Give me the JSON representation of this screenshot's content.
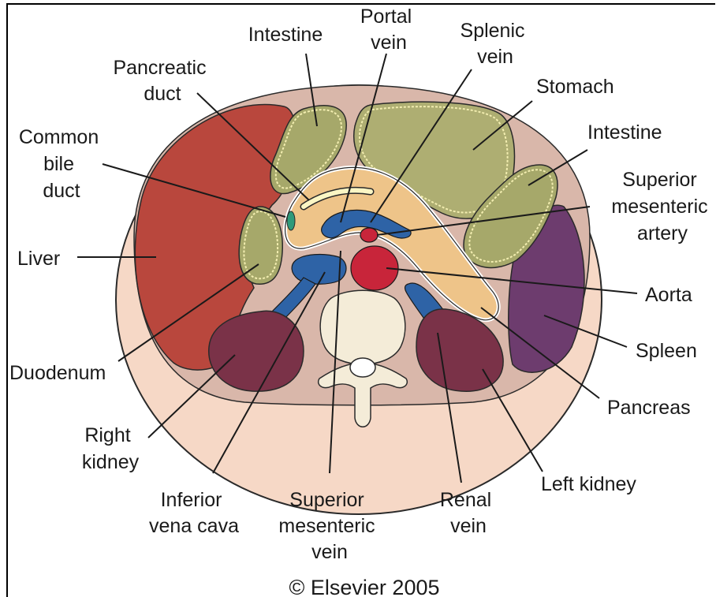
{
  "labels": {
    "portal_vein": [
      "Portal",
      "vein"
    ],
    "intestine_top": "Intestine",
    "splenic_vein": [
      "Splenic",
      "vein"
    ],
    "pancreatic_duct": [
      "Pancreatic",
      "duct"
    ],
    "stomach": "Stomach",
    "common_bile_duct": [
      "Common",
      "bile",
      "duct"
    ],
    "intestine_right": "Intestine",
    "superior_mesenteric_artery": [
      "Superior",
      "mesenteric",
      "artery"
    ],
    "liver": "Liver",
    "aorta": "Aorta",
    "spleen": "Spleen",
    "duodenum": "Duodenum",
    "pancreas": "Pancreas",
    "right_kidney": [
      "Right",
      "kidney"
    ],
    "left_kidney": "Left kidney",
    "inferior_vena_cava": [
      "Inferior",
      "vena cava"
    ],
    "superior_mesenteric_vein": [
      "Superior",
      "mesenteric",
      "vein"
    ],
    "renal_vein": [
      "Renal",
      "vein"
    ]
  },
  "copyright": "© Elsevier 2005",
  "colors": {
    "body_skin": "#f6d8c6",
    "body_cavity": "#d9b7aa",
    "liver": "#b9473d",
    "intestine": "#a6a86a",
    "intestine_outline": "#f2edb0",
    "stomach": "#aeae72",
    "pancreas": "#eec489",
    "vein": "#2e63a6",
    "artery": "#c8253a",
    "kidney": "#7a3248",
    "spleen": "#6d3c6e",
    "vertebra": "#f4ecd8",
    "bile_duct": "#2f9a7a",
    "pancreatic_duct": "#fbf6c4"
  }
}
